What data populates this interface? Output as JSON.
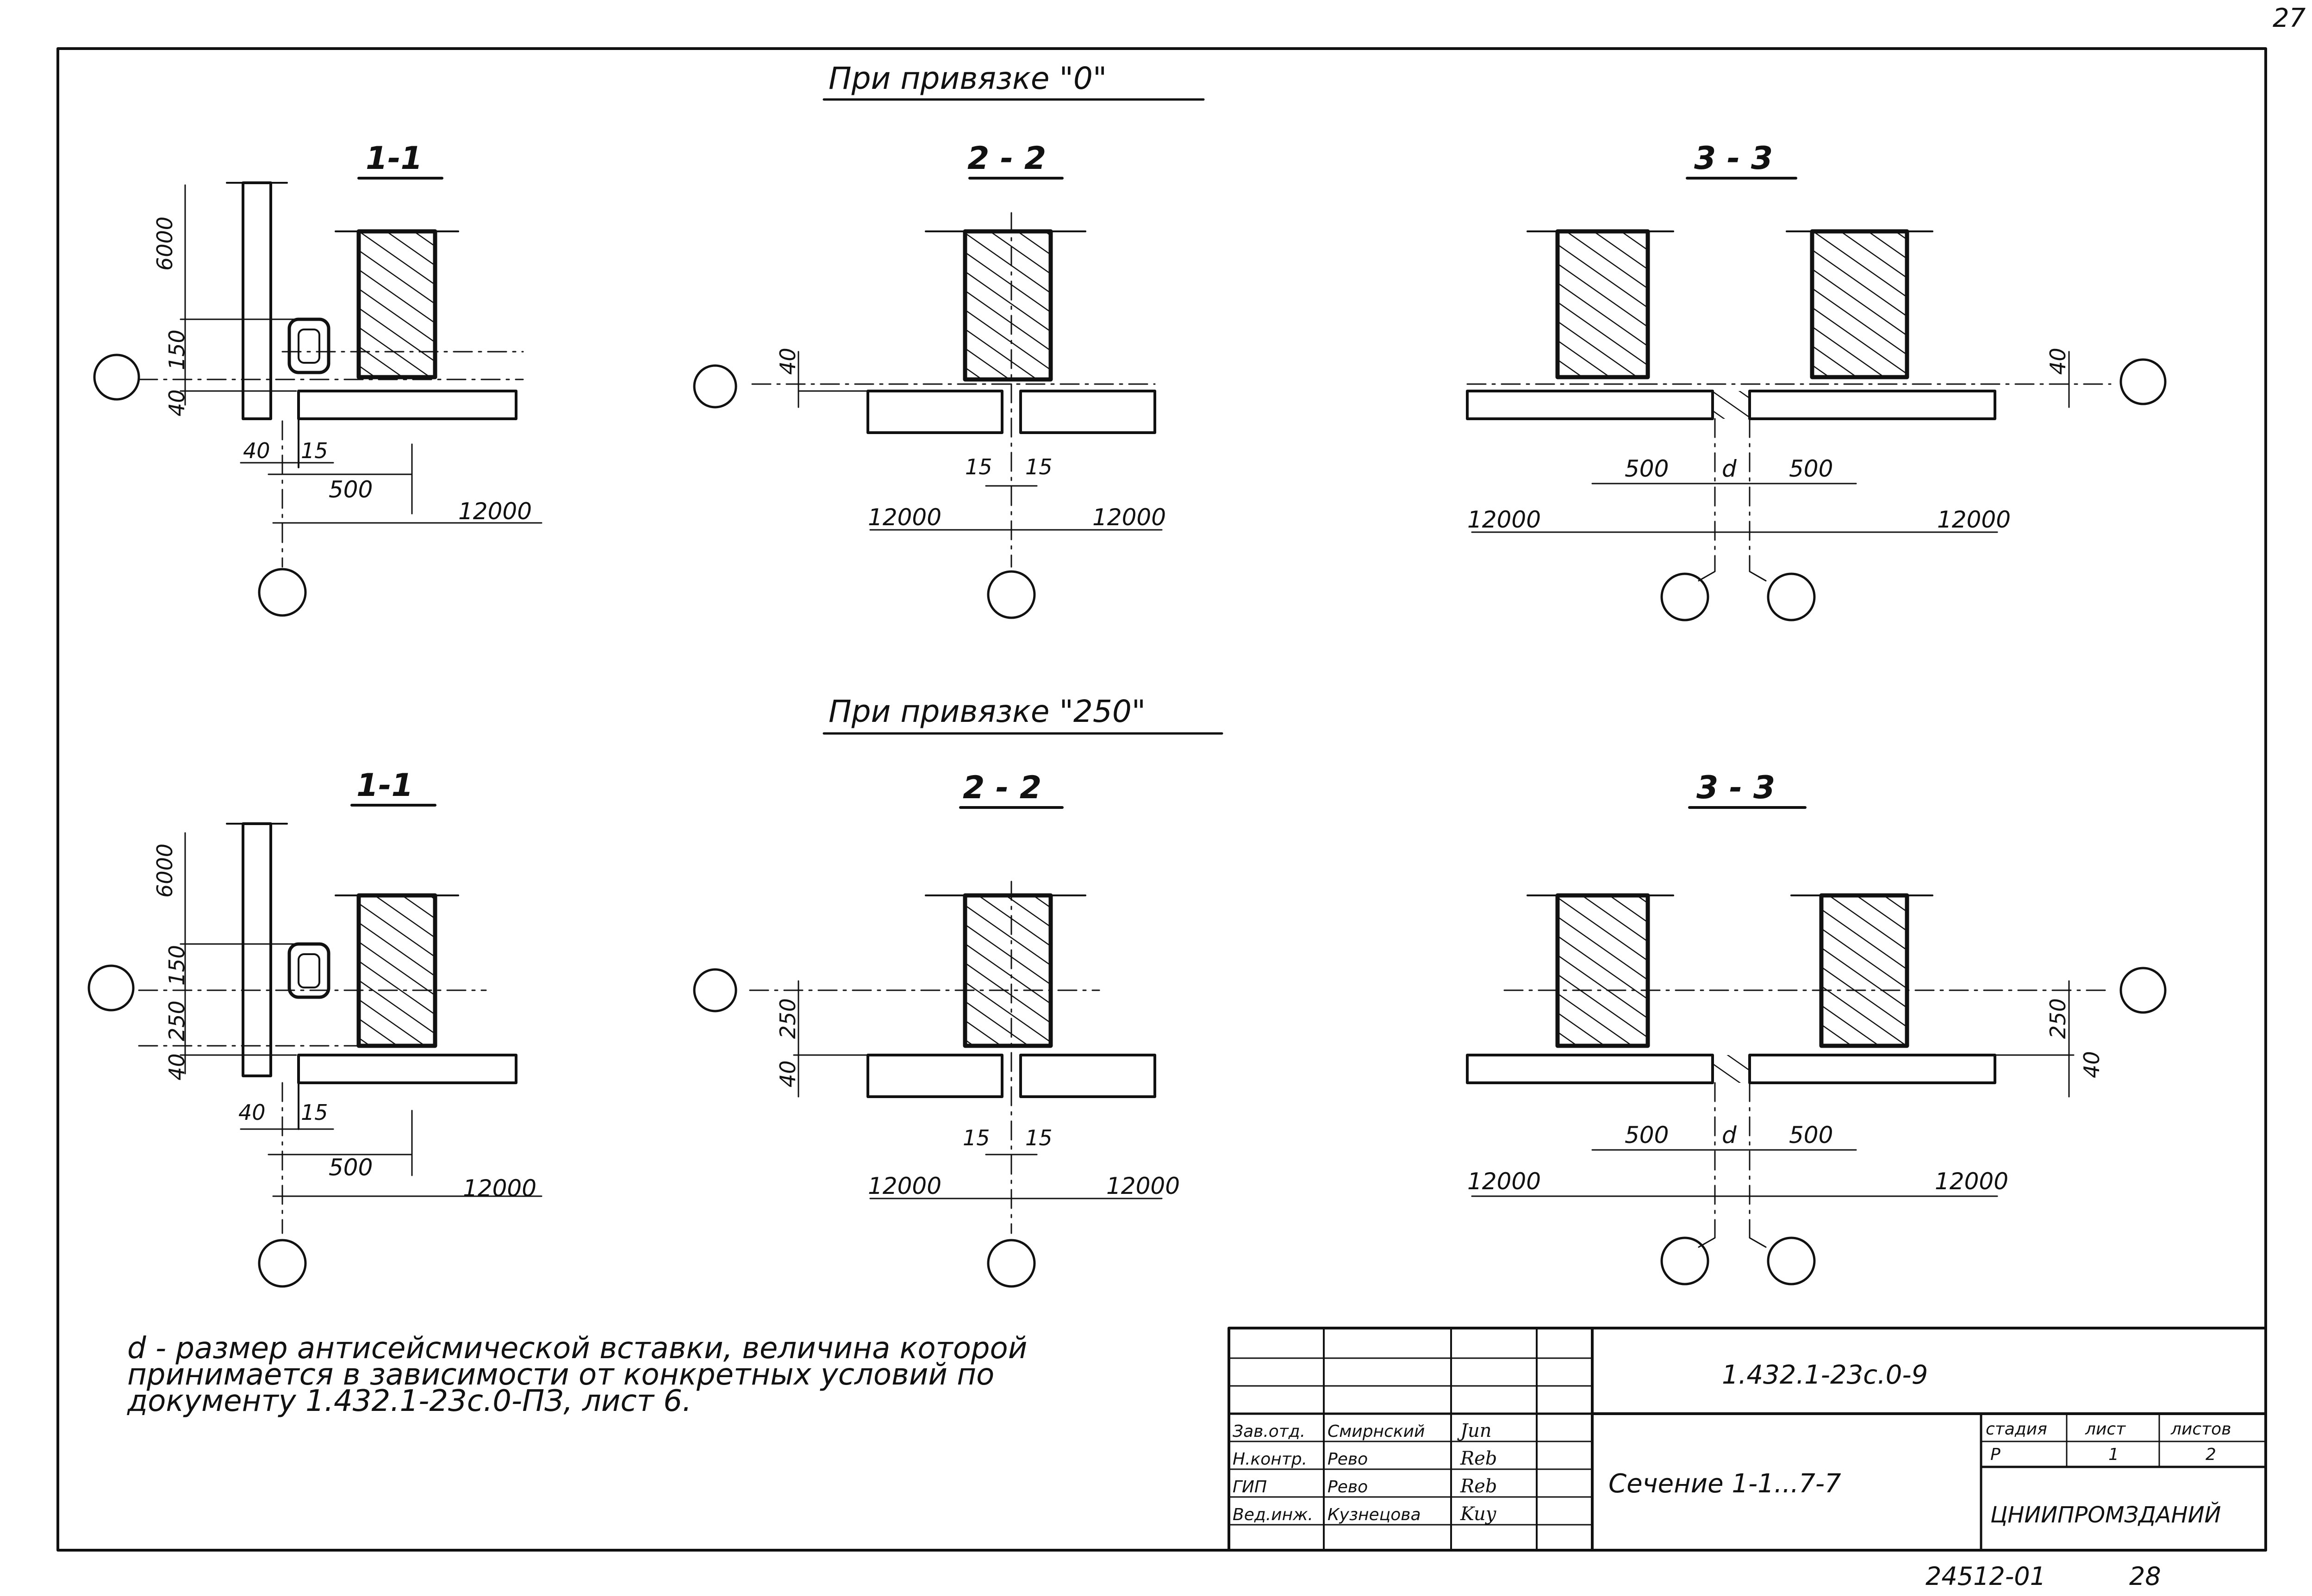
{
  "page": {
    "number": "27"
  },
  "groups": [
    {
      "header": "При привязке \"0\""
    },
    {
      "header": "При привязке \"250\""
    }
  ],
  "sections": {
    "s1": "1-1",
    "s2": "2 - 2",
    "s3": "3 - 3"
  },
  "dims": {
    "d6000": "6000",
    "d150": "150",
    "d40": "40",
    "d15": "15",
    "d500": "500",
    "d12000": "12000",
    "d250": "250",
    "dd": "d"
  },
  "note": {
    "line1": "d - размер антисейсмической вставки, величина которой",
    "line2": "принимается в зависимости от конкретных условий по",
    "line3": "документу 1.432.1-23с.0-ПЗ, лист 6."
  },
  "title_block": {
    "code": "1.432.1-23с.0-9",
    "title": "Сечение 1-1...7-7",
    "org": "ЦНИИПРОМЗДАНИЙ",
    "stage_label": "стадия",
    "sheet_label": "лист",
    "sheets_label": "листов",
    "stage": "Р",
    "sheet": "1",
    "sheets": "2",
    "roles": [
      {
        "role": "Зав.отд.",
        "name": "Смирнский",
        "signature": "Jun"
      },
      {
        "role": "Н.контр.",
        "name": "Рево",
        "signature": "Reb"
      },
      {
        "role": "ГИП",
        "name": "Рево",
        "signature": "Reb"
      },
      {
        "role": "Вед.инж.",
        "name": "Кузнецова",
        "signature": "Kuy"
      }
    ]
  },
  "footer": {
    "archive": "24512-01",
    "number": "28"
  }
}
